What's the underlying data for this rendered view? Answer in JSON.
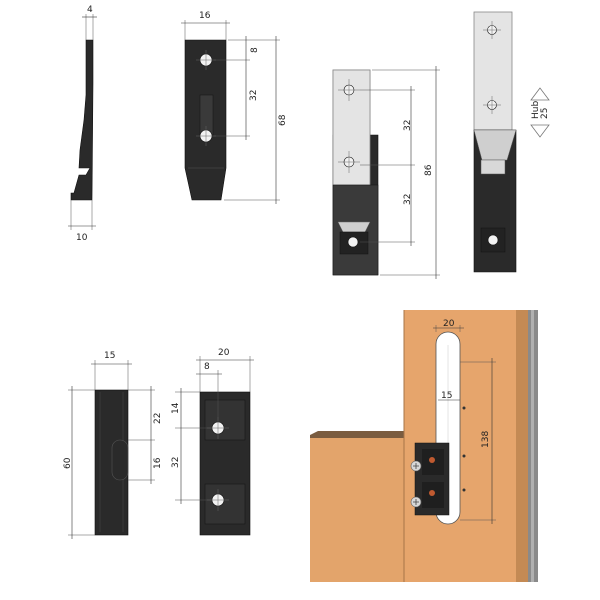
{
  "fitting_side": {
    "top_width": "4",
    "bottom_width": "10"
  },
  "fitting_front": {
    "width": "16",
    "top_offset": "8",
    "hole_spacing": "32",
    "height": "68"
  },
  "assembly_front": {
    "spacing_upper": "32",
    "spacing_lower": "32",
    "total_height": "86"
  },
  "assembly_right": {
    "stroke_label": "Hub",
    "stroke_value": "25"
  },
  "bracket_side": {
    "width": "15",
    "height": "60"
  },
  "bracket_front": {
    "width": "20",
    "inner_width": "8",
    "dim_a": "22",
    "dim_b": "14",
    "dim_c": "16",
    "dim_d": "32"
  },
  "install_view": {
    "slot_width": "20",
    "offset": "15",
    "slot_height": "138"
  },
  "colors": {
    "part": "#2a2a2a",
    "steel": "#e4e4e4",
    "wood": "#e0a36a",
    "wood_dark": "#c98c55",
    "rail": "#8a8a8a"
  }
}
